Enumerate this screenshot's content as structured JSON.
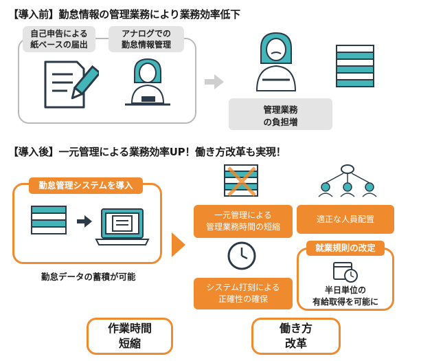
{
  "before": {
    "heading": "【導入前】勤怠情報の管理業務により業務効率低下",
    "tags": [
      "自己申告による\n紙ベースの届出",
      "アナログでの\n勤怠情報管理"
    ],
    "burden": "管理業務\nの負担増"
  },
  "after": {
    "heading": "【導入後】一元管理による業務効率UP！働き方改革も実現！",
    "system_tag": "勤怠管理システムを導入",
    "accumulate": "勤怠データの蓄積が可能",
    "benefits": [
      "一元管理による\n管理業務時間の短縮",
      "適正な人員配置",
      "システム打刻による\n正確性の確保"
    ],
    "rule_change": {
      "title": "就業規則の改定",
      "text": "半日単位の\n有給取得を可能に"
    },
    "results": [
      "作業時間\n短縮",
      "働き方\n改革"
    ]
  },
  "colors": {
    "orange": "#f08a2e",
    "gray": "#e4e4e4",
    "teal": "#43b5b9",
    "navy": "#2b3a48"
  }
}
